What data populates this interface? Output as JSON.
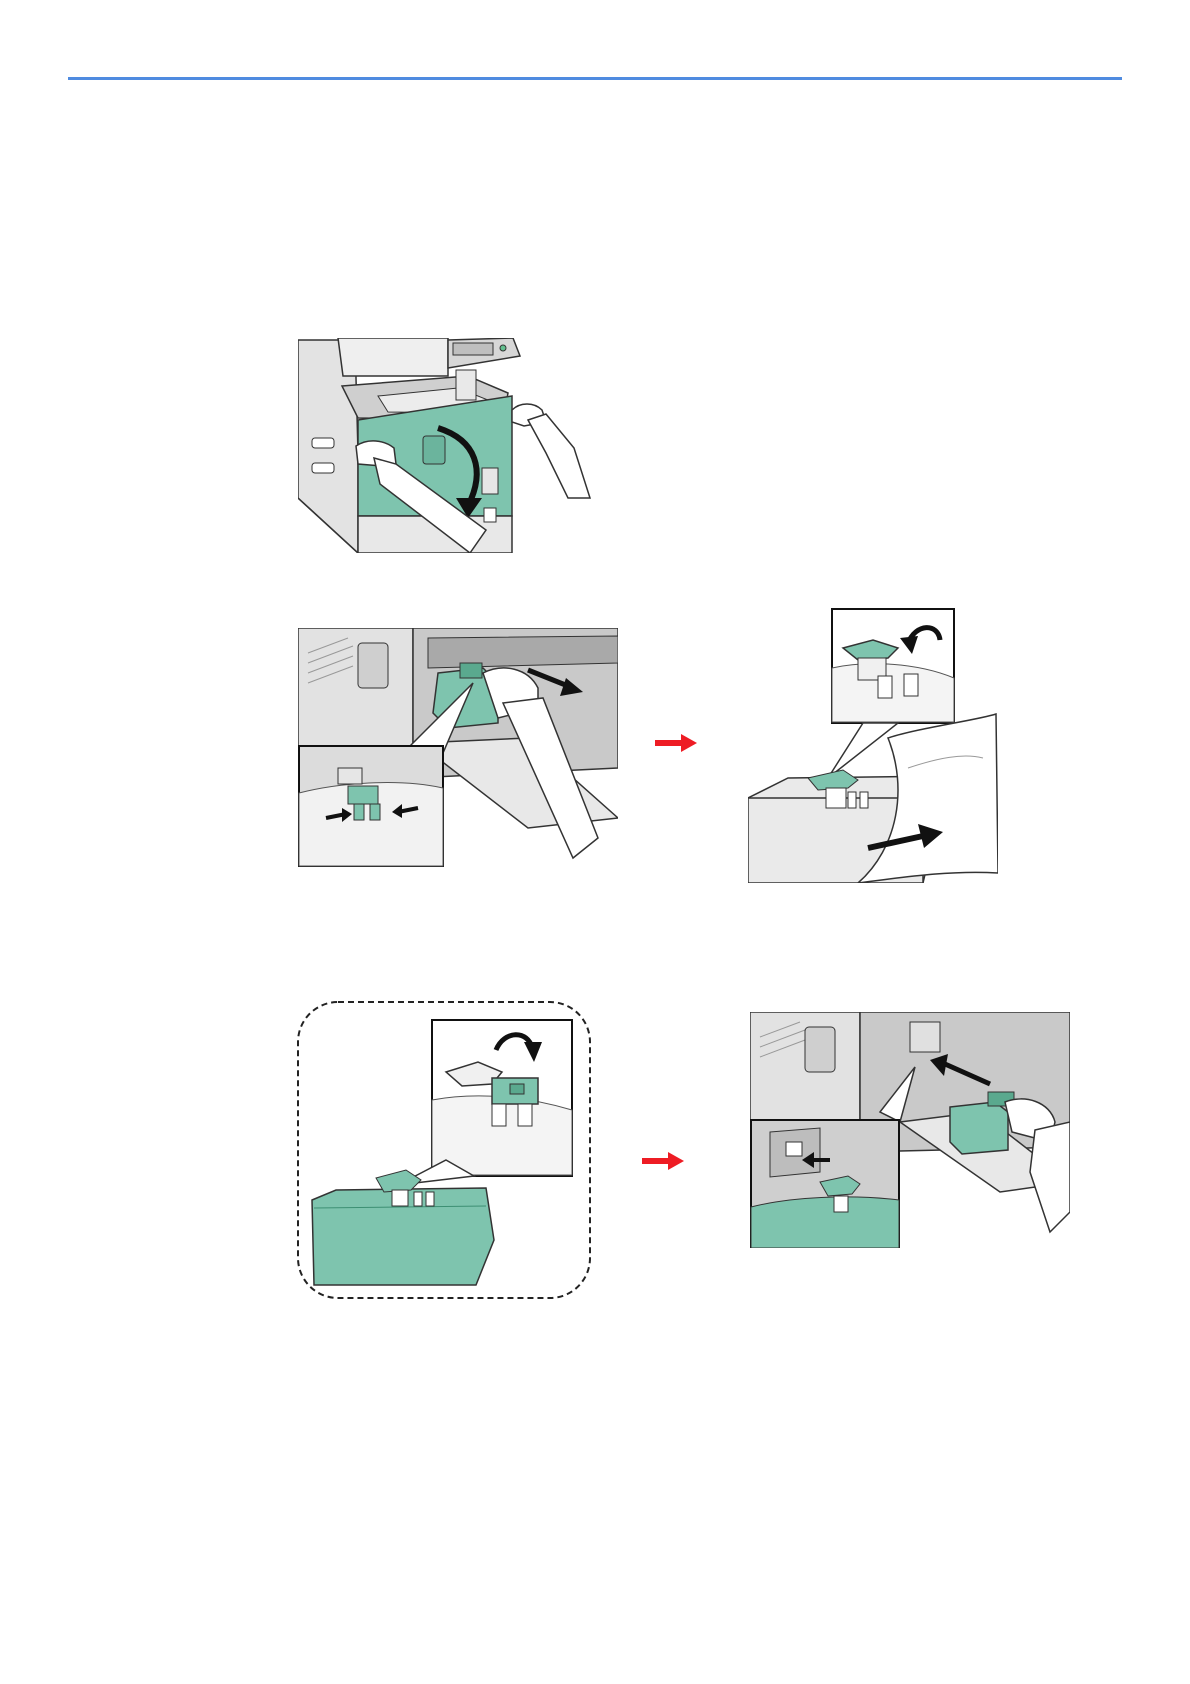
{
  "page": {
    "background": "#ffffff",
    "rule_color": "#4f8be0"
  },
  "colors": {
    "toner_green": "#7ec4ae",
    "toner_green_dark": "#3d8f73",
    "machine_gray": "#d9d9d9",
    "machine_gray_dark": "#9a9a9a",
    "outline": "#222222",
    "step_arrow_red": "#ee1c24"
  },
  "figures": [
    {
      "id": "open-front-cover",
      "icon": "front-cover-open-illustration"
    },
    {
      "id": "remove-waste-box",
      "icon": "waste-box-removal-illustration"
    },
    {
      "id": "cap-waste-box",
      "icon": "waste-box-cap-close-illustration"
    },
    {
      "id": "prepare-new-box",
      "icon": "new-waste-box-illustration"
    },
    {
      "id": "insert-new-box",
      "icon": "waste-box-insert-illustration"
    }
  ],
  "step_arrows": [
    "red-right-arrow-icon",
    "red-right-arrow-icon"
  ]
}
